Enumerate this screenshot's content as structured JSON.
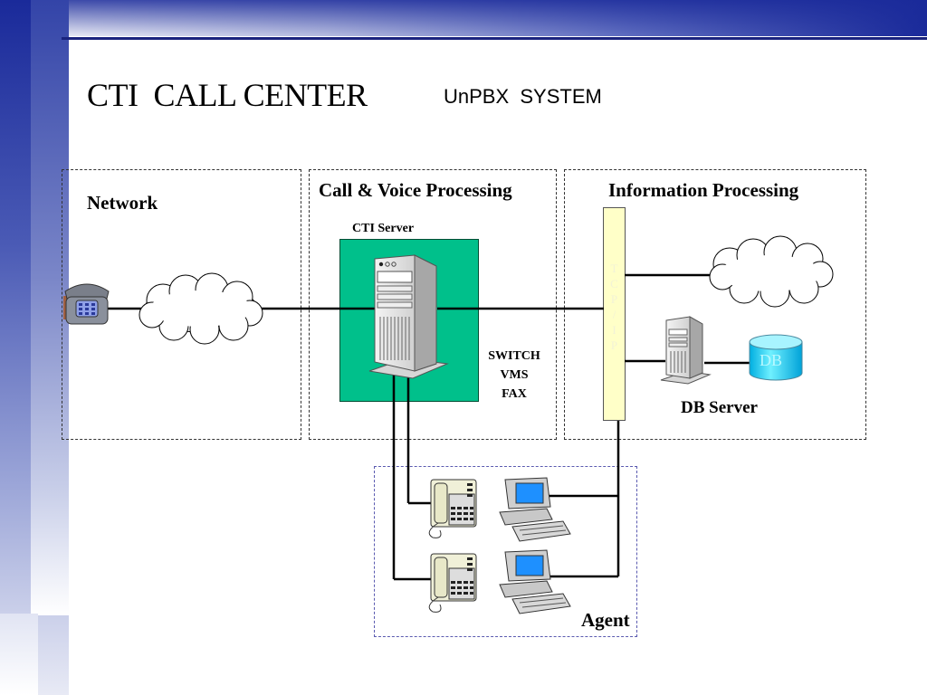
{
  "title": "CTI  CALL CENTER",
  "subtitle": "UnPBX  SYSTEM",
  "sections": {
    "network": "Network",
    "call_voice": "Call & Voice Processing",
    "information": "Information Processing",
    "agent": "Agent"
  },
  "nodes": {
    "cti_server": "CTI Server",
    "switch": "SWITCH",
    "vms": "VMS",
    "fax": "FAX",
    "db_server": "DB Server",
    "db": "DB",
    "tcpip": [
      "T",
      "C",
      "P",
      "/",
      "I",
      "P"
    ]
  },
  "colors": {
    "cti_box": "#00c08b",
    "bus": "#ffffc8",
    "db_cylinder": "#00d8ff",
    "title_band": "#1a2a9a"
  }
}
